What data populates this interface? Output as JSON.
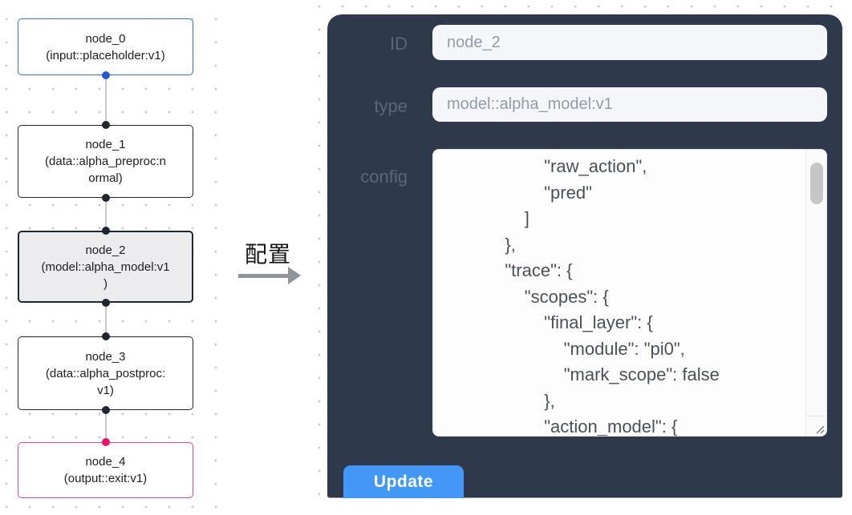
{
  "canvas": {
    "nodes": [
      {
        "id": "node_0",
        "kind": "input",
        "label": "node_0\n(input::placeholder:v1)"
      },
      {
        "id": "node_1",
        "kind": "data",
        "label": "node_1\n(data::alpha_preproc:n\normal)"
      },
      {
        "id": "node_2",
        "kind": "model",
        "label": "node_2\n(model::alpha_model:v1\n)",
        "selected": true
      },
      {
        "id": "node_3",
        "kind": "data",
        "label": "node_3\n(data::alpha_postproc:\nv1)"
      },
      {
        "id": "node_4",
        "kind": "output",
        "label": "node_4\n(output::exit:v1)"
      }
    ]
  },
  "transition": {
    "arrow_label": "配置"
  },
  "panel": {
    "id_field": {
      "label": "ID",
      "value": "node_2"
    },
    "type_field": {
      "label": "type",
      "value": "model::alpha_model:v1"
    },
    "config_field": {
      "label": "config",
      "value": "                    \"raw_action\",\n                    \"pred\"\n                ]\n            },\n            \"trace\": {\n                \"scopes\": {\n                    \"final_layer\": {\n                        \"module\": \"pi0\",\n                        \"mark_scope\": false\n                    },\n                    \"action_model\": {"
    },
    "update_button_label": "Update"
  },
  "colors": {
    "panel_bg": "#2e3a4b",
    "accent_blue": "#4397f6",
    "node_border_default": "#20252e",
    "node_border_input": "#3b6bd6",
    "node_border_output": "#e94687",
    "node_selected_bg": "#ececee",
    "port_dot_dark": "#20252e",
    "port_dot_blue": "#2257d8",
    "port_dot_pink": "#ef0f63"
  }
}
